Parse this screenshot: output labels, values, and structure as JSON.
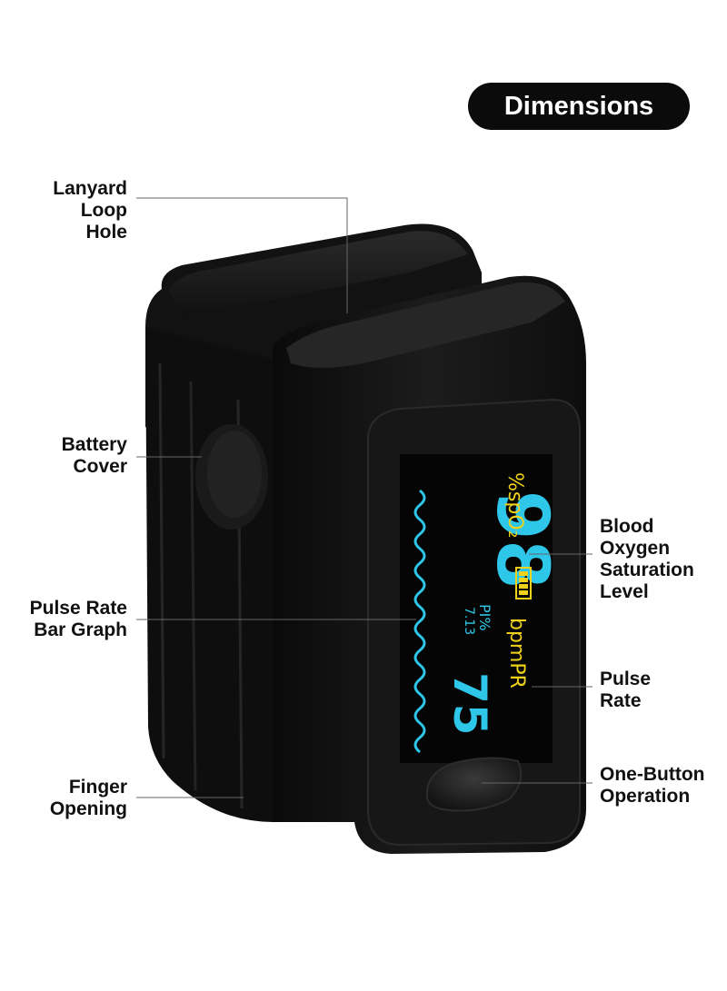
{
  "badge": {
    "text": "Dimensions"
  },
  "labels": {
    "lanyard": [
      "Lanyard",
      "Loop Hole"
    ],
    "battery": [
      "Battery",
      "Cover"
    ],
    "bargraph": [
      "Pulse Rate",
      "Bar Graph"
    ],
    "finger": [
      "Finger",
      "Opening"
    ],
    "spo2_level": [
      "Blood",
      "Oxygen",
      "Saturation",
      "Level"
    ],
    "pulse_rate": [
      "Pulse",
      "Rate"
    ],
    "button": [
      "One-Button",
      "Operation"
    ]
  },
  "display": {
    "spo2_value": "98",
    "spo2_unit": "%spO₂",
    "pulse_value": "75",
    "pulse_unit": "bpmPR",
    "pi_label": "PI%",
    "pi_value": "7.13"
  },
  "colors": {
    "device_body": "#141414",
    "screen_bg": "#050505",
    "spo2_color": "#2ec7ea",
    "unit_color": "#f0d21a"
  }
}
